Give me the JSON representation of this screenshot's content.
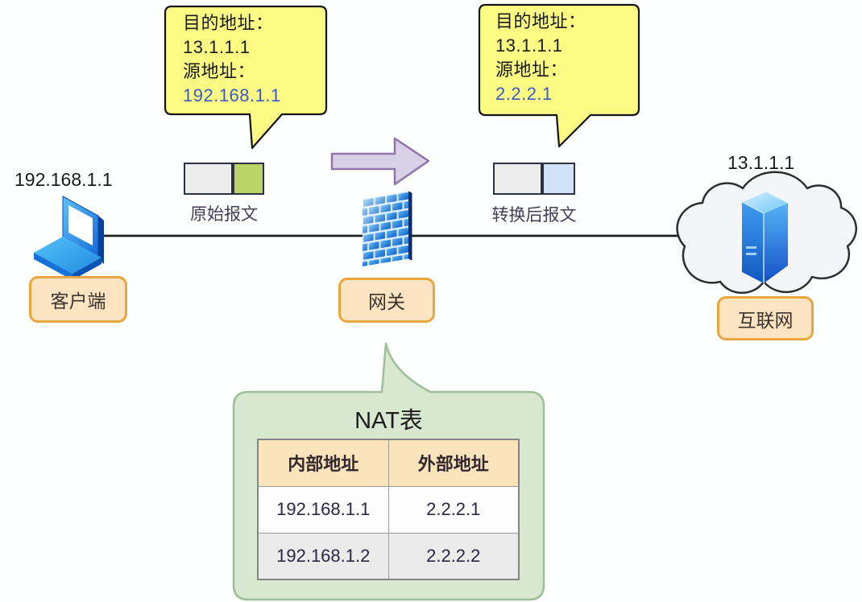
{
  "colors": {
    "callout_fill": "#fbfb84",
    "callout_border": "#141414",
    "accent_blue_text": "#3a5bc7",
    "packet_green": "#b9d464",
    "packet_blue": "#cfe2f8",
    "packet_gray": "#ececec",
    "arrow_fill": "#d8d0e6",
    "arrow_border": "#8e76ab",
    "badge_fill": "#fce4c2",
    "badge_border": "#e9a53e",
    "nat_bubble_fill": "#d7e7d0",
    "nat_bubble_border": "#9cbf95",
    "table_header_fill": "#fbe4bb",
    "device_blue": "#1e88e5"
  },
  "callouts": {
    "original": {
      "dest_label": "目的地址：",
      "dest_value": "13.1.1.1",
      "src_label": "源地址：",
      "src_value": "192.168.1.1"
    },
    "translated": {
      "dest_label": "目的地址：",
      "dest_value": "13.1.1.1",
      "src_label": "源地址：",
      "src_value": "2.2.2.1"
    }
  },
  "client": {
    "ip": "192.168.1.1",
    "label": "客户端"
  },
  "gateway": {
    "label": "网关"
  },
  "internet": {
    "ip": "13.1.1.1",
    "label": "互联网"
  },
  "packets": {
    "original_label": "原始报文",
    "translated_label": "转换后报文"
  },
  "nat_table": {
    "title": "NAT表",
    "headers": [
      "内部地址",
      "外部地址"
    ],
    "rows": [
      [
        "192.168.1.1",
        "2.2.2.1"
      ],
      [
        "192.168.1.2",
        "2.2.2.2"
      ]
    ]
  }
}
